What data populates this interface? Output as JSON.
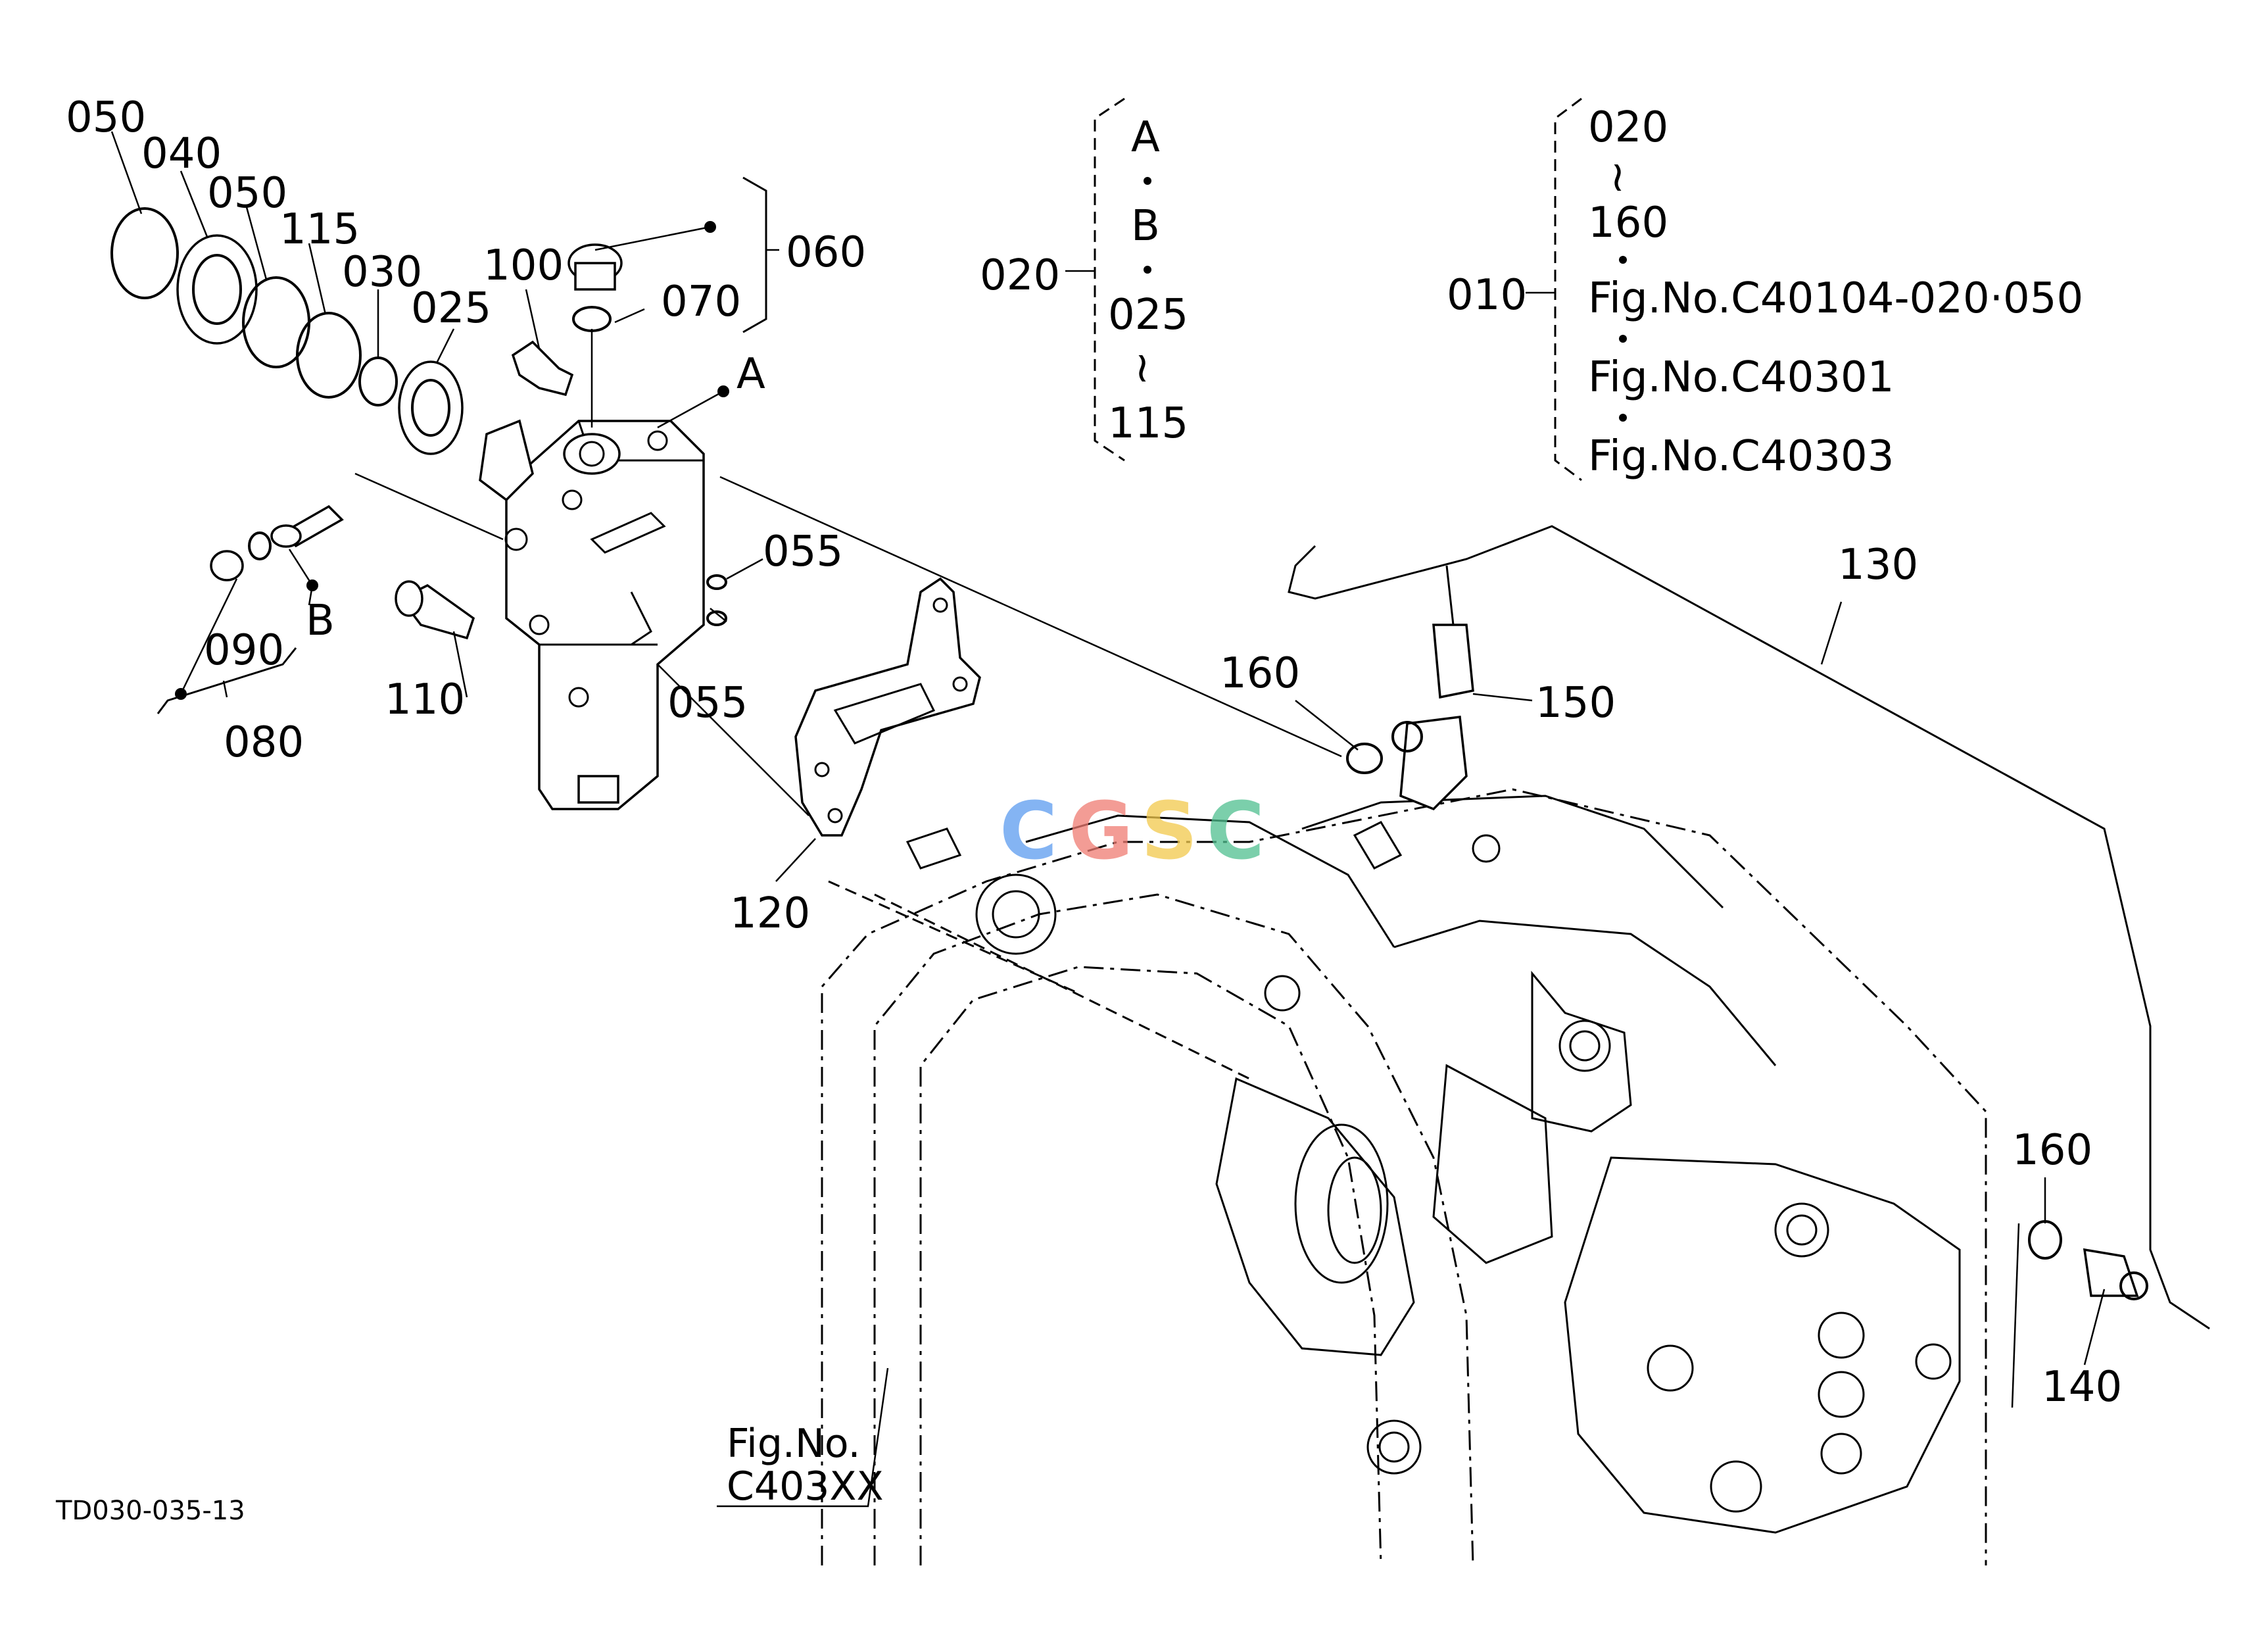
{
  "drawing_code": "TD030-035-13",
  "watermark": "CGSC",
  "colors": {
    "wm_c1": "#5b9bef",
    "wm_g": "#ef7b72",
    "wm_s": "#f2c94c",
    "wm_c2": "#4fbf8f"
  },
  "callouts": {
    "c050a": "050",
    "c040": "040",
    "c050b": "050",
    "c115": "115",
    "c030": "030",
    "c025": "025",
    "c100": "100",
    "c070": "070",
    "c060": "060",
    "cA": "A",
    "c055a": "055",
    "c055b": "055",
    "c090": "090",
    "cB": "B",
    "c080": "080",
    "c110": "110",
    "c120": "120",
    "c160a": "160",
    "c150": "150",
    "c130": "130",
    "c160b": "160",
    "c140": "140"
  },
  "group020": {
    "ref": "020",
    "l1": "A",
    "l2": "B",
    "l3": "025",
    "tilde": "≀",
    "l4": "115"
  },
  "group010": {
    "ref": "010",
    "l1": "020",
    "tilde": "≀",
    "l2": "160",
    "l3": "Fig.No.C40104-020·050",
    "l4": "Fig.No.C40301",
    "l5": "Fig.No.C40303"
  },
  "fig_ref": {
    "line1": "Fig.No.",
    "line2": "C403XX"
  }
}
